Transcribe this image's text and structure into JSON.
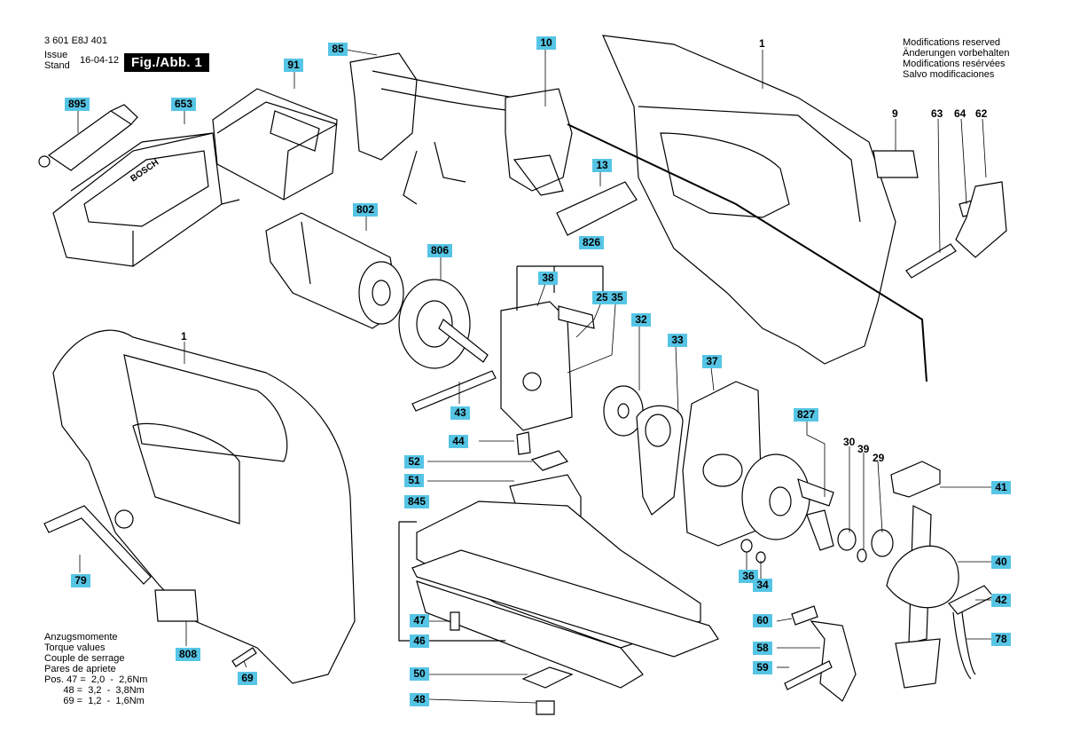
{
  "header": {
    "code": "3 601 E8J 401",
    "issue_label": "Issue\nStand",
    "issue_date": "16-04-12",
    "figure": "Fig./Abb. 1"
  },
  "modifications": [
    "Modifications reserved",
    "Änderungen vorbehalten",
    "Modifications resérvées",
    "Salvo modificaciones"
  ],
  "torque": {
    "headings": [
      "Anzugsmomente",
      "Torque values",
      "Couple de serrage",
      "Pares de apriete"
    ],
    "rows": [
      "Pos. 47 =  2,0  -  2,6Nm",
      "       48 =  3,2  -  3,8Nm",
      "       69 =  1,2  -  1,6Nm"
    ]
  },
  "part_labels": {
    "p85": "85",
    "p10": "10",
    "p1a": "1",
    "p91": "91",
    "p895": "895",
    "p653": "653",
    "p9": "9",
    "p63": "63",
    "p64": "64",
    "p62": "62",
    "p13": "13",
    "p802": "802",
    "p806": "806",
    "p826": "826",
    "p38": "38",
    "p25": "25",
    "p35": "35",
    "p32": "32",
    "p33": "33",
    "p37": "37",
    "p1b": "1",
    "p43": "43",
    "p44": "44",
    "p52": "52",
    "p51": "51",
    "p845": "845",
    "p827": "827",
    "p30": "30",
    "p39": "39",
    "p29": "29",
    "p41": "41",
    "p40": "40",
    "p42": "42",
    "p78": "78",
    "p36": "36",
    "p34": "34",
    "p60": "60",
    "p58": "58",
    "p59": "59",
    "p47": "47",
    "p46": "46",
    "p50": "50",
    "p48": "48",
    "p79": "79",
    "p808": "808",
    "p69": "69"
  },
  "charger_text": "BOSCH"
}
